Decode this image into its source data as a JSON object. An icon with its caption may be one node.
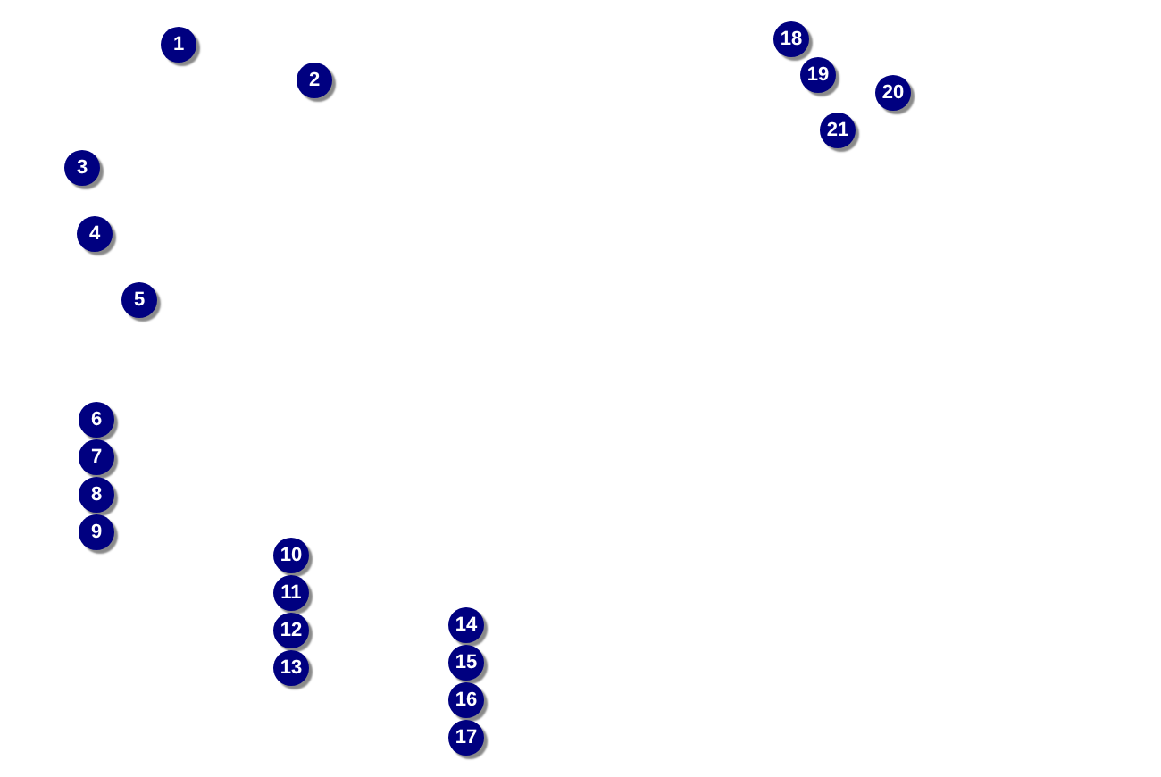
{
  "diagram": {
    "nodes": [
      {
        "text": [
          "1"
        ]
      },
      {
        "text": [
          "2"
        ]
      },
      {
        "text": [
          "3"
        ]
      },
      {
        "text": [
          "4"
        ]
      },
      {
        "text": [
          "5"
        ]
      },
      {
        "text": [
          "6"
        ]
      },
      {
        "text": [
          "7"
        ]
      },
      {
        "text": [
          "8"
        ]
      },
      {
        "text": [
          "9"
        ]
      },
      {
        "text": [
          "10"
        ]
      },
      {
        "text": [
          "11"
        ]
      },
      {
        "text": [
          "12"
        ]
      },
      {
        "text": [
          "13"
        ]
      },
      {
        "text": [
          "14"
        ]
      },
      {
        "text": [
          "15"
        ]
      },
      {
        "text": [
          "16"
        ]
      },
      {
        "text": [
          "17"
        ]
      },
      {
        "text": [
          "18"
        ]
      },
      {
        "text": [
          "19"
        ]
      },
      {
        "text": [
          "20"
        ]
      },
      {
        "text": [
          "21"
        ]
      }
    ],
    "edges": []
  }
}
